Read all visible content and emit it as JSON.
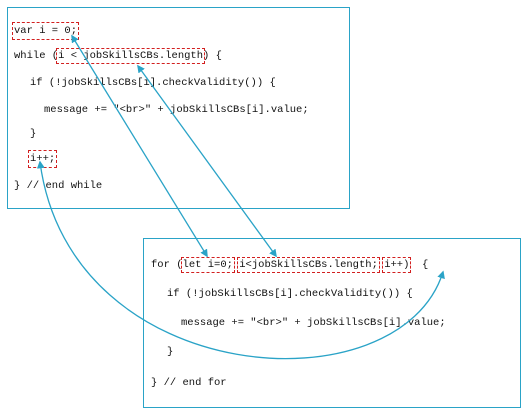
{
  "while_block": {
    "line1": "var i = 0;",
    "line2_prefix": "while (",
    "line2_condition": "i < jobSkillsCBs.length",
    "line2_suffix": ") {",
    "line3": "if (!jobSkillsCBs[i].checkValidity()) {",
    "line4": "message += \"<br>\" + jobSkillsCBs[i].value;",
    "line5": "}",
    "line6": "i++;",
    "line7": "} // end while"
  },
  "for_block": {
    "line1_prefix": "for (",
    "line1_init": "let i=0;",
    "line1_condition": "i<jobSkillsCBs.length;",
    "line1_update": "i++)",
    "line1_suffix": "{",
    "line2": "if (!jobSkillsCBs[i].checkValidity()) {",
    "line3": "message += \"<br>\" + jobSkillsCBs[i].value;",
    "line4": "}",
    "line5": "} // end for"
  },
  "colors": {
    "box_border": "#2aa3c7",
    "highlight": "#d21f1f",
    "arrow": "#2aa3c7"
  }
}
